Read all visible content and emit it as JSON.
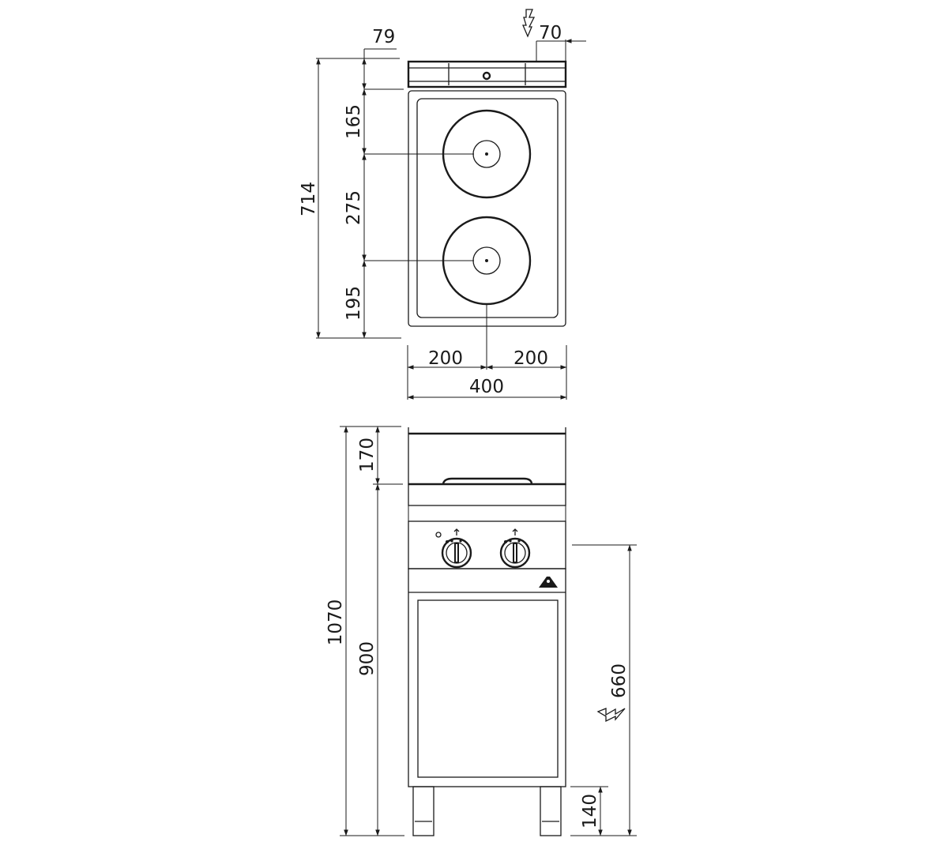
{
  "top_view": {
    "dims": {
      "d79": "79",
      "d70": "70",
      "d165": "165",
      "d275": "275",
      "d195": "195",
      "d714": "714",
      "d200_left": "200",
      "d200_right": "200",
      "d400": "400"
    }
  },
  "front_view": {
    "dims": {
      "d170": "170",
      "d1070": "1070",
      "d900": "900",
      "d660": "660",
      "d140": "140"
    }
  },
  "icons": [
    "electric-connection-icon",
    "control-knob-icon",
    "brand-logo-icon"
  ]
}
